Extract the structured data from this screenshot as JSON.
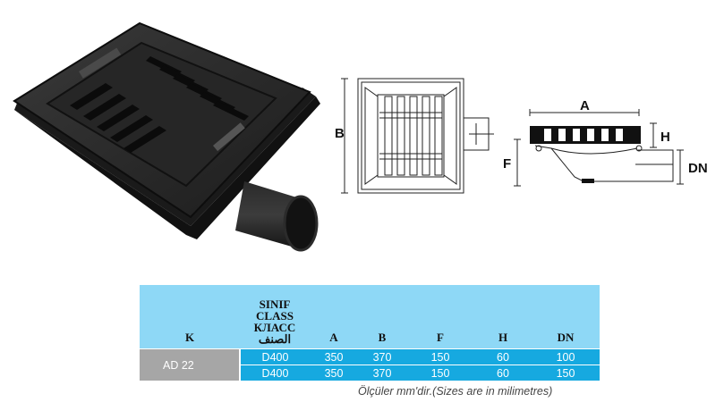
{
  "diagram_labels": {
    "b": "B",
    "a": "A",
    "h": "H",
    "f": "F",
    "dn": "DN"
  },
  "table": {
    "headers": {
      "k": "K",
      "class_lines": [
        "SINIF",
        "CLASS",
        "КЛАСС",
        "الصنف"
      ],
      "a": "A",
      "b": "B",
      "f": "F",
      "h": "H",
      "dn": "DN"
    },
    "model": "AD 22",
    "rows": [
      {
        "class": "D400",
        "a": "350",
        "b": "370",
        "f": "150",
        "h": "60",
        "dn": "100"
      },
      {
        "class": "D400",
        "a": "350",
        "b": "370",
        "f": "150",
        "h": "60",
        "dn": "150"
      }
    ]
  },
  "footnote": "Ölçüler mm'dir.(Sizes are in milimetres)",
  "colors": {
    "header_bg": "#8ed8f6",
    "row_bg": "#16a9e0",
    "model_bg": "#a6a6a6"
  }
}
